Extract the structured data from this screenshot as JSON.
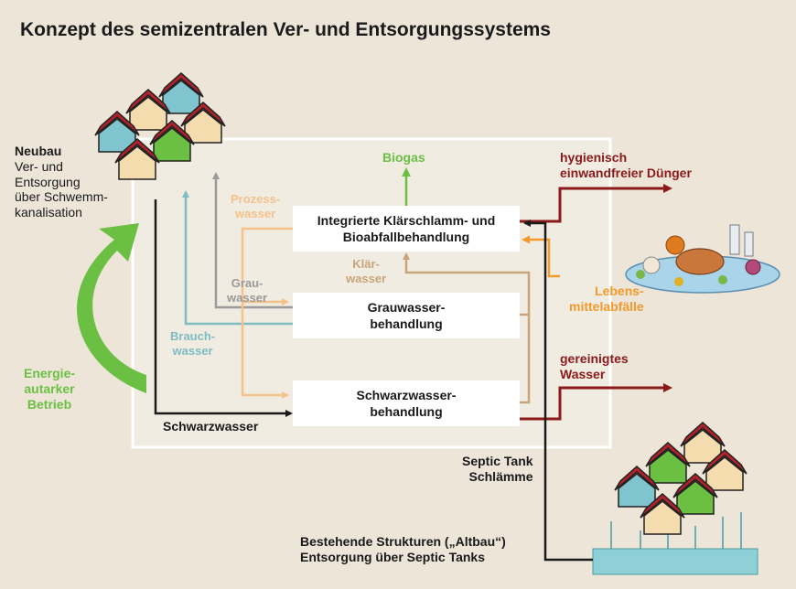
{
  "title": "Konzept des semizentralen Ver- und Entsorgungssystems",
  "colors": {
    "background": "#ece5d8",
    "frame": "#ffffff",
    "black": "#1a1a1a",
    "green": "#6bbf43",
    "dark_red": "#8b1a1a",
    "orange": "#f39a2b",
    "teal": "#7fbcc2",
    "gray": "#9a9a9a",
    "peach": "#f5c18a",
    "tan": "#c8a578"
  },
  "boxes": {
    "integrated": "Integrierte Klärschlamm- und\nBioabfallbehandlung",
    "grey": "Grauwasser-\nbehandlung",
    "black": "Schwarzwasser-\nbehandlung"
  },
  "labels": {
    "neubau_title": "Neubau",
    "neubau_text": "Ver- und\nEntsorgung\nüber Schwemm-\nkanalisation",
    "biogas": "Biogas",
    "duenger": "hygienisch\neinwandfreier Dünger",
    "prozesswasser": "Prozess-\nwasser",
    "klaerwasser": "Klär-\nwasser",
    "grauwasser": "Grau-\nwasser",
    "brauchwasser": "Brauch-\nwasser",
    "lebensmittel": "Lebens-\nmittelabfälle",
    "gereinigt": "gereinigtes\nWasser",
    "energie": "Energie-\nautarker\nBetrieb",
    "schwarzwasser": "Schwarzwasser",
    "septic": "Septic Tank\nSchlämme",
    "altbau": "Bestehende Strukturen („Altbau“)\nEntsorgung über Septic Tanks"
  }
}
